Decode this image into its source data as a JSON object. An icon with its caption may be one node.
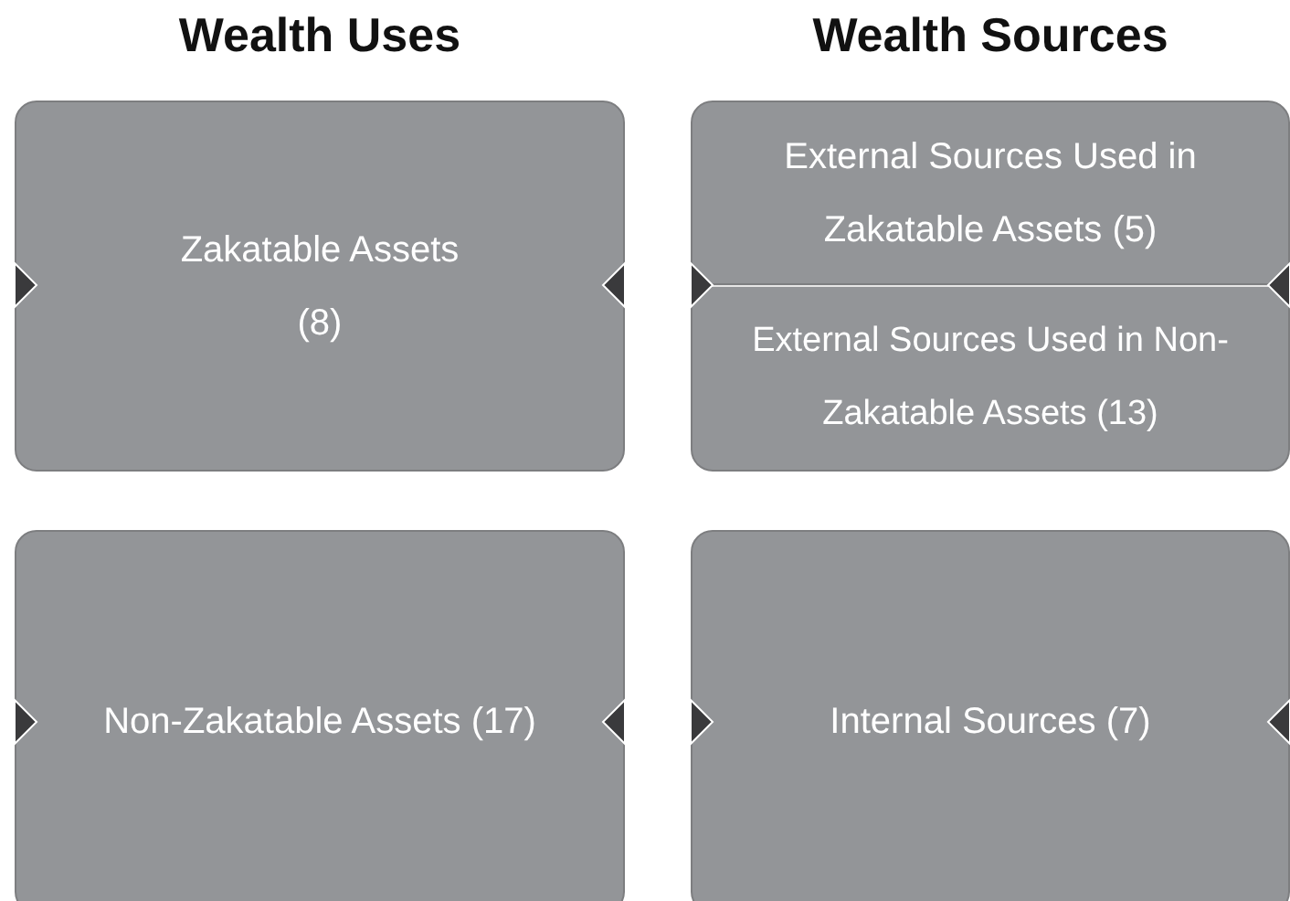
{
  "diagram": {
    "nodes": [
      {
        "text": [
          "Zakatable Assets (8)"
        ]
      },
      {
        "text": [
          "External Sources Used in Zakatable Assets (5)"
        ]
      },
      {
        "text": [
          "External Sources Used in Non-Zakatable Assets (13)"
        ]
      },
      {
        "text": [
          "Non-Zakatable Assets (17)"
        ]
      },
      {
        "text": [
          "Internal Sources (7)"
        ]
      }
    ],
    "labels": [
      "Wealth Uses",
      "Wealth Sources"
    ]
  }
}
